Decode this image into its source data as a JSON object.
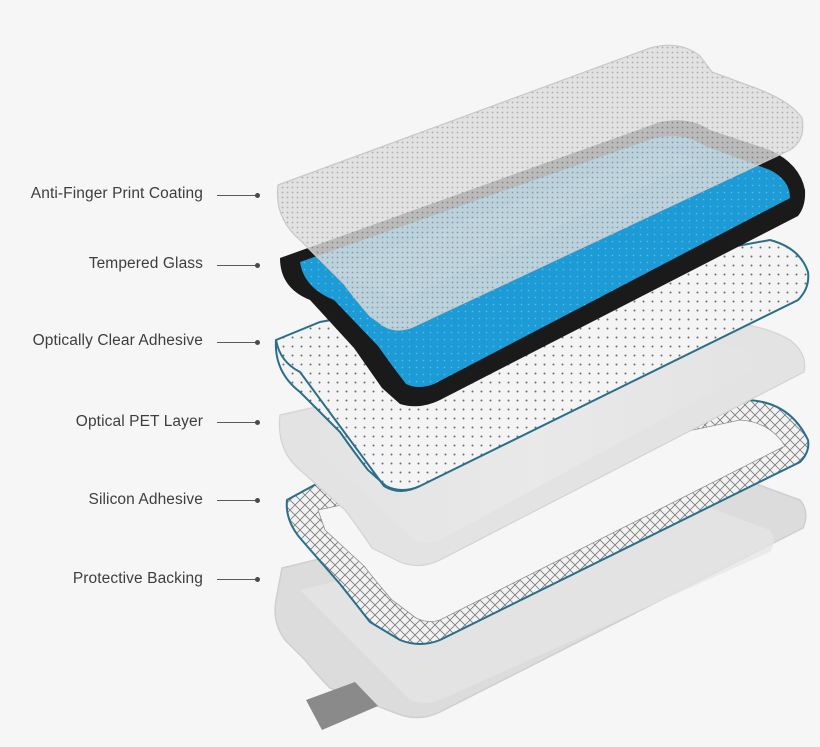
{
  "layers": [
    {
      "label": "Anti-Finger Print Coating"
    },
    {
      "label": "Tempered Glass"
    },
    {
      "label": "Optically Clear Adhesive"
    },
    {
      "label": "Optical PET Layer"
    },
    {
      "label": "Silicon Adhesive"
    },
    {
      "label": "Protective Backing"
    }
  ],
  "colors": {
    "glass_blue": "#1d9bd6",
    "bezel": "#1a1a1a",
    "edge_teal": "#2a6f8a",
    "pet_gray": "#e3e3e3",
    "backing_gray": "#dcdcdc",
    "tab_gray": "#8a8a8a"
  }
}
